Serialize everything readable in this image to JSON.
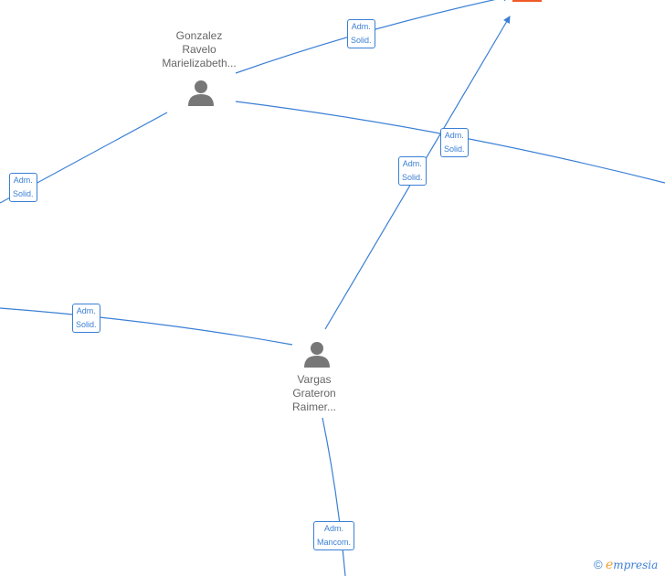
{
  "people": [
    {
      "id": "gonzalez",
      "name_lines": [
        "Gonzalez",
        "Ravelo",
        "Marielizabeth..."
      ]
    },
    {
      "id": "vargas",
      "name_lines": [
        "Vargas",
        "Grateron",
        "Raimer..."
      ]
    }
  ],
  "edges": [
    {
      "id": "e1",
      "role_lines": [
        "Adm.",
        "Solid."
      ]
    },
    {
      "id": "e2",
      "role_lines": [
        "Adm.",
        "Solid."
      ]
    },
    {
      "id": "e3",
      "role_lines": [
        "Adm.",
        "Solid."
      ]
    },
    {
      "id": "e4",
      "role_lines": [
        "Adm.",
        "Solid."
      ]
    },
    {
      "id": "e5",
      "role_lines": [
        "Adm.",
        "Solid."
      ]
    },
    {
      "id": "e6",
      "role_lines": [
        "Adm.",
        "Mancom."
      ]
    }
  ],
  "branding": {
    "copyright": "©",
    "e": "e",
    "rest": "mpresia"
  },
  "colors": {
    "edge": "#3a7fd5",
    "company": "#f05a28",
    "person_icon": "#777777"
  },
  "icons": {
    "person": "person-icon"
  }
}
